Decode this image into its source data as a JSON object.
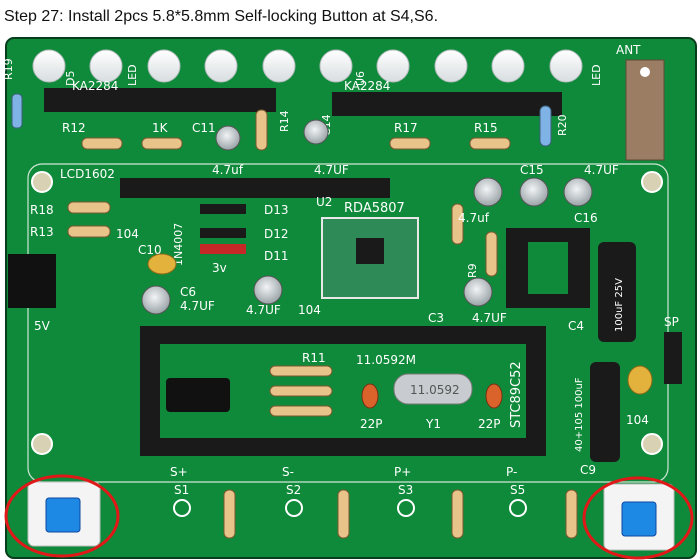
{
  "caption": "Step 27: Install 2pcs 5.8*5.8mm Self-locking Button at S4,S6.",
  "colors": {
    "pcb": "#0f8a3a",
    "silkscreen": "#ffffff",
    "highlight_ring": "#e01818",
    "button_cap": "#1e88e5"
  },
  "pcb": {
    "top_labels": {
      "r19": "R19",
      "d5": "D5",
      "led_left": "LED",
      "u6": "U6",
      "led_right": "LED",
      "ant": "ANT"
    },
    "amp_left": "KA2284",
    "amp_right": "KA2284",
    "resistor_labels": {
      "r12": "R12",
      "r1k": "1K",
      "c11": "C11",
      "r14": "R14",
      "c14": "C14",
      "r17": "R17",
      "r15": "R15",
      "r20": "R20"
    },
    "lcd_label": "LCD1602",
    "cap_47uf_left": "4.7uf",
    "cap_47uf_right": "4.7UF",
    "c15": "C15",
    "cap_47uf_far": "4.7UF",
    "u2": "U2",
    "rda_label": "RDA5807",
    "r18": "R18",
    "r13": "R13",
    "r104": "104",
    "c10": "C10",
    "in4007": "1N4007",
    "d13": "D13",
    "d12": "D12",
    "d11": "D11",
    "v3": "3v",
    "c6": "C6",
    "c6_value": "4.7UF",
    "c_bottom_47": "4.7UF",
    "c_bottom_104": "104",
    "r9": "R9",
    "c16": "C16",
    "c16_value": "4.7uf",
    "c3": "C3",
    "c3_value": "4.7UF",
    "c4": "C4",
    "cap_big_label": "100uF 25V",
    "sp": "SP",
    "dc5v": "5V",
    "r11": "R11",
    "crystal_freq": "11.0592M",
    "crystal_marking": "11.0592",
    "mcu_label": "STC89C52",
    "c22p_left": "22P",
    "y1": "Y1",
    "c22p_right": "22P",
    "cap_bottom_right_label": "40+105 100uF",
    "c9": "C9",
    "cap_104_right": "104",
    "buttons": {
      "s_plus": "S+",
      "s1": "S1",
      "s_minus": "S-",
      "s2": "S2",
      "p_plus": "P+",
      "s3": "S3",
      "p_minus": "P-",
      "s5": "S5"
    }
  }
}
